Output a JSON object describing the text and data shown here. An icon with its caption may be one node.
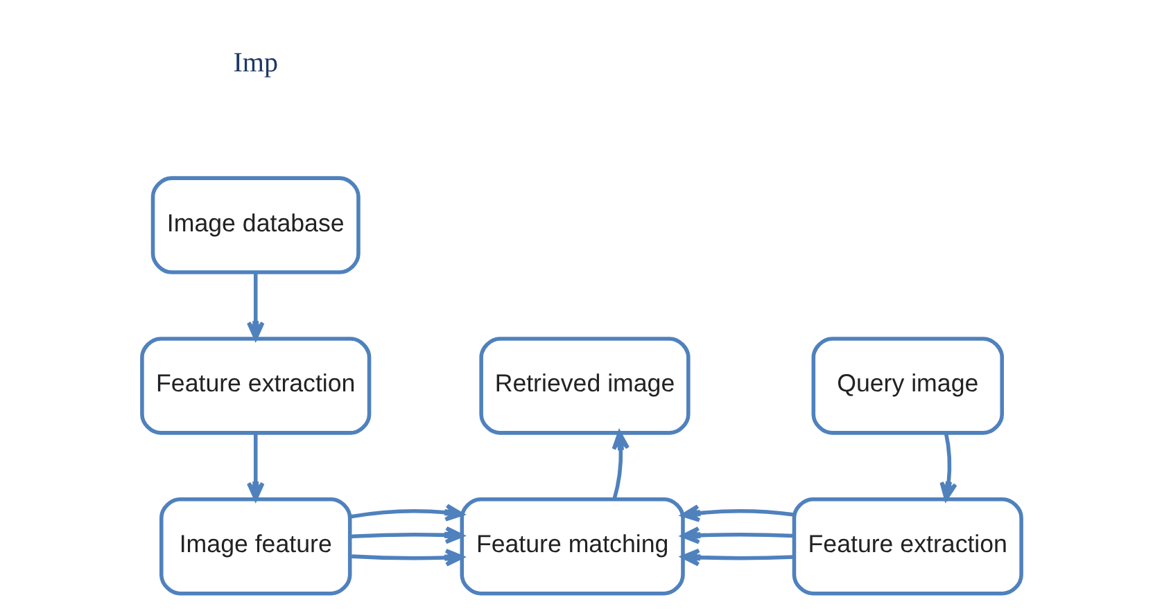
{
  "diagram": {
    "nodes": [
      {
        "text": [
          "Image database"
        ]
      },
      {
        "text": [
          "Feature extraction"
        ]
      },
      {
        "text": [
          "Retrieved image"
        ]
      },
      {
        "text": [
          "Query image"
        ]
      },
      {
        "text": [
          "Image feature"
        ]
      },
      {
        "text": [
          "Feature matching"
        ]
      },
      {
        "text": [
          "Feature extraction"
        ]
      }
    ],
    "edges": [
      {
        "from": 0,
        "to": 1,
        "arrow": "to"
      },
      {
        "from": 1,
        "to": 4,
        "arrow": "to"
      },
      {
        "from": 4,
        "to": 5,
        "arrow": "to"
      },
      {
        "from": 4,
        "to": 5,
        "arrow": "to"
      },
      {
        "from": 4,
        "to": 5,
        "arrow": "to"
      },
      {
        "from": 5,
        "to": 2,
        "arrow": "to"
      },
      {
        "from": 3,
        "to": 6,
        "arrow": "to"
      },
      {
        "from": 6,
        "to": 5,
        "arrow": "to"
      },
      {
        "from": 6,
        "to": 5,
        "arrow": "to"
      },
      {
        "from": 6,
        "to": 5,
        "arrow": "to"
      }
    ],
    "labels": [
      "Imp"
    ]
  }
}
